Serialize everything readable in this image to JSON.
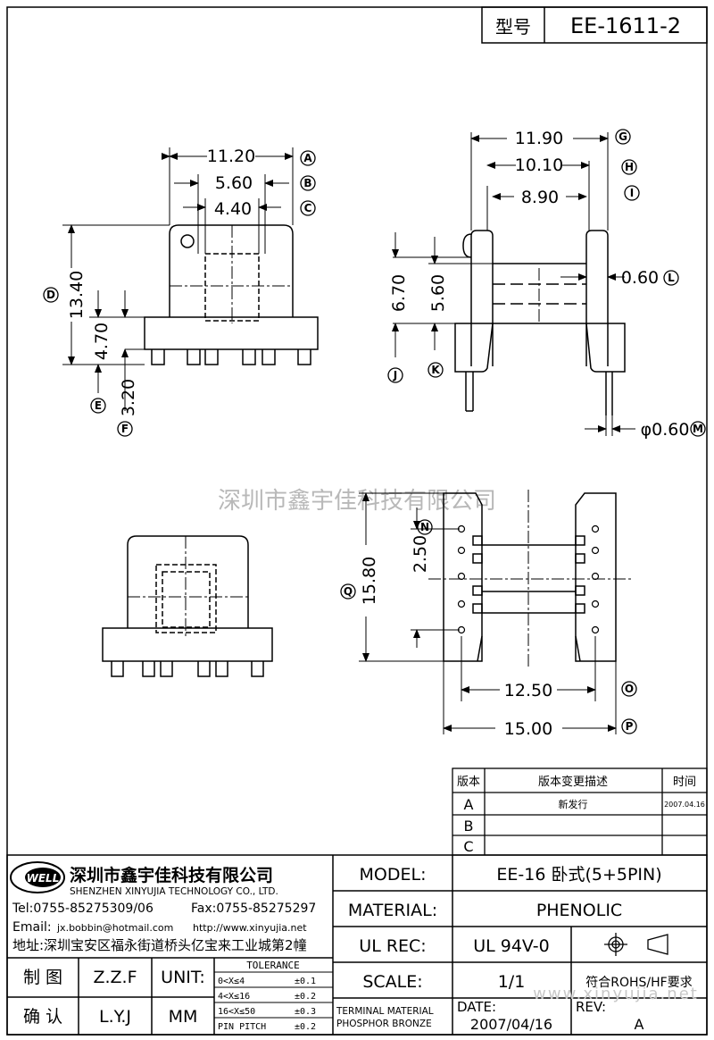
{
  "title_box": {
    "model_label": "型号",
    "model_value": "EE-1611-2"
  },
  "dimensions": {
    "d_11_20": "11.20",
    "d_5_60": "5.60",
    "d_4_40": "4.40",
    "d_13_40": "13.40",
    "d_4_70": "4.70",
    "d_3_20": "3.20",
    "d_11_90": "11.90",
    "d_10_10": "10.10",
    "d_8_90": "8.90",
    "d_6_70": "6.70",
    "d_5_60b": "5.60",
    "d_0_60": "0.60",
    "d_phi_0_60": "φ0.60",
    "d_15_80": "15.80",
    "d_2_50": "2.50",
    "d_12_50": "12.50",
    "d_15_00": "15.00"
  },
  "callouts": {
    "A": "A",
    "B": "B",
    "C": "C",
    "D": "D",
    "E": "E",
    "F": "F",
    "G": "G",
    "H": "H",
    "I": "I",
    "J": "J",
    "K": "K",
    "L": "L",
    "M": "M",
    "N": "N",
    "O": "O",
    "P": "P",
    "Q": "Q"
  },
  "watermark": "深圳市鑫宇佳科技有限公司",
  "watermark_url": "www.xinyujia.net",
  "revision_table": {
    "headers": [
      "版本",
      "版本变更描述",
      "时间"
    ],
    "rows": [
      {
        "ver": "A",
        "desc": "新发行",
        "date": "2007.04.16"
      },
      {
        "ver": "B",
        "desc": "",
        "date": ""
      },
      {
        "ver": "C",
        "desc": "",
        "date": ""
      }
    ]
  },
  "company": {
    "logo_text": "WELL",
    "name_cn": "深圳市鑫宇佳科技有限公司",
    "name_en": "SHENZHEN XINYUJIA TECHNOLOGY CO., LTD.",
    "tel": "Tel:0755-85275309/06",
    "fax": "Fax:0755-85275297",
    "email_label": "Email:",
    "email": "jx.bobbin@hotmail.com",
    "website": "http://www.xinyujia.net",
    "address": "地址:深圳宝安区福永街道桥头亿宝来工业城第2幢"
  },
  "title_block": {
    "model_label": "MODEL:",
    "model_value": "EE-16 卧式(5+5PIN)",
    "material_label": "MATERIAL:",
    "material_value": "PHENOLIC",
    "ulrec_label": "UL REC:",
    "ulrec_value": "UL 94V-0",
    "scale_label": "SCALE:",
    "scale_value": "1/1",
    "rohs": "符合ROHS/HF要求",
    "terminal_line1": "TERMINAL MATERIAL",
    "terminal_line2": "PHOSPHOR BRONZE",
    "date_label": "DATE:",
    "date_value": "2007/04/16",
    "rev_label": "REV:",
    "rev_value": "A",
    "drawn_label": "制 图",
    "drawn_value": "Z.Z.F",
    "checked_label": "确 认",
    "checked_value": "L.Y.J",
    "unit_label": "UNIT:",
    "unit_value": "MM",
    "tolerance_title": "TOLERANCE",
    "tolerances": [
      {
        "range": "0<X≤4",
        "tol": "±0.1"
      },
      {
        "range": "4<X≤16",
        "tol": "±0.2"
      },
      {
        "range": "16<X≤50",
        "tol": "±0.3"
      },
      {
        "range": "PIN PITCH",
        "tol": "±0.2"
      }
    ]
  }
}
